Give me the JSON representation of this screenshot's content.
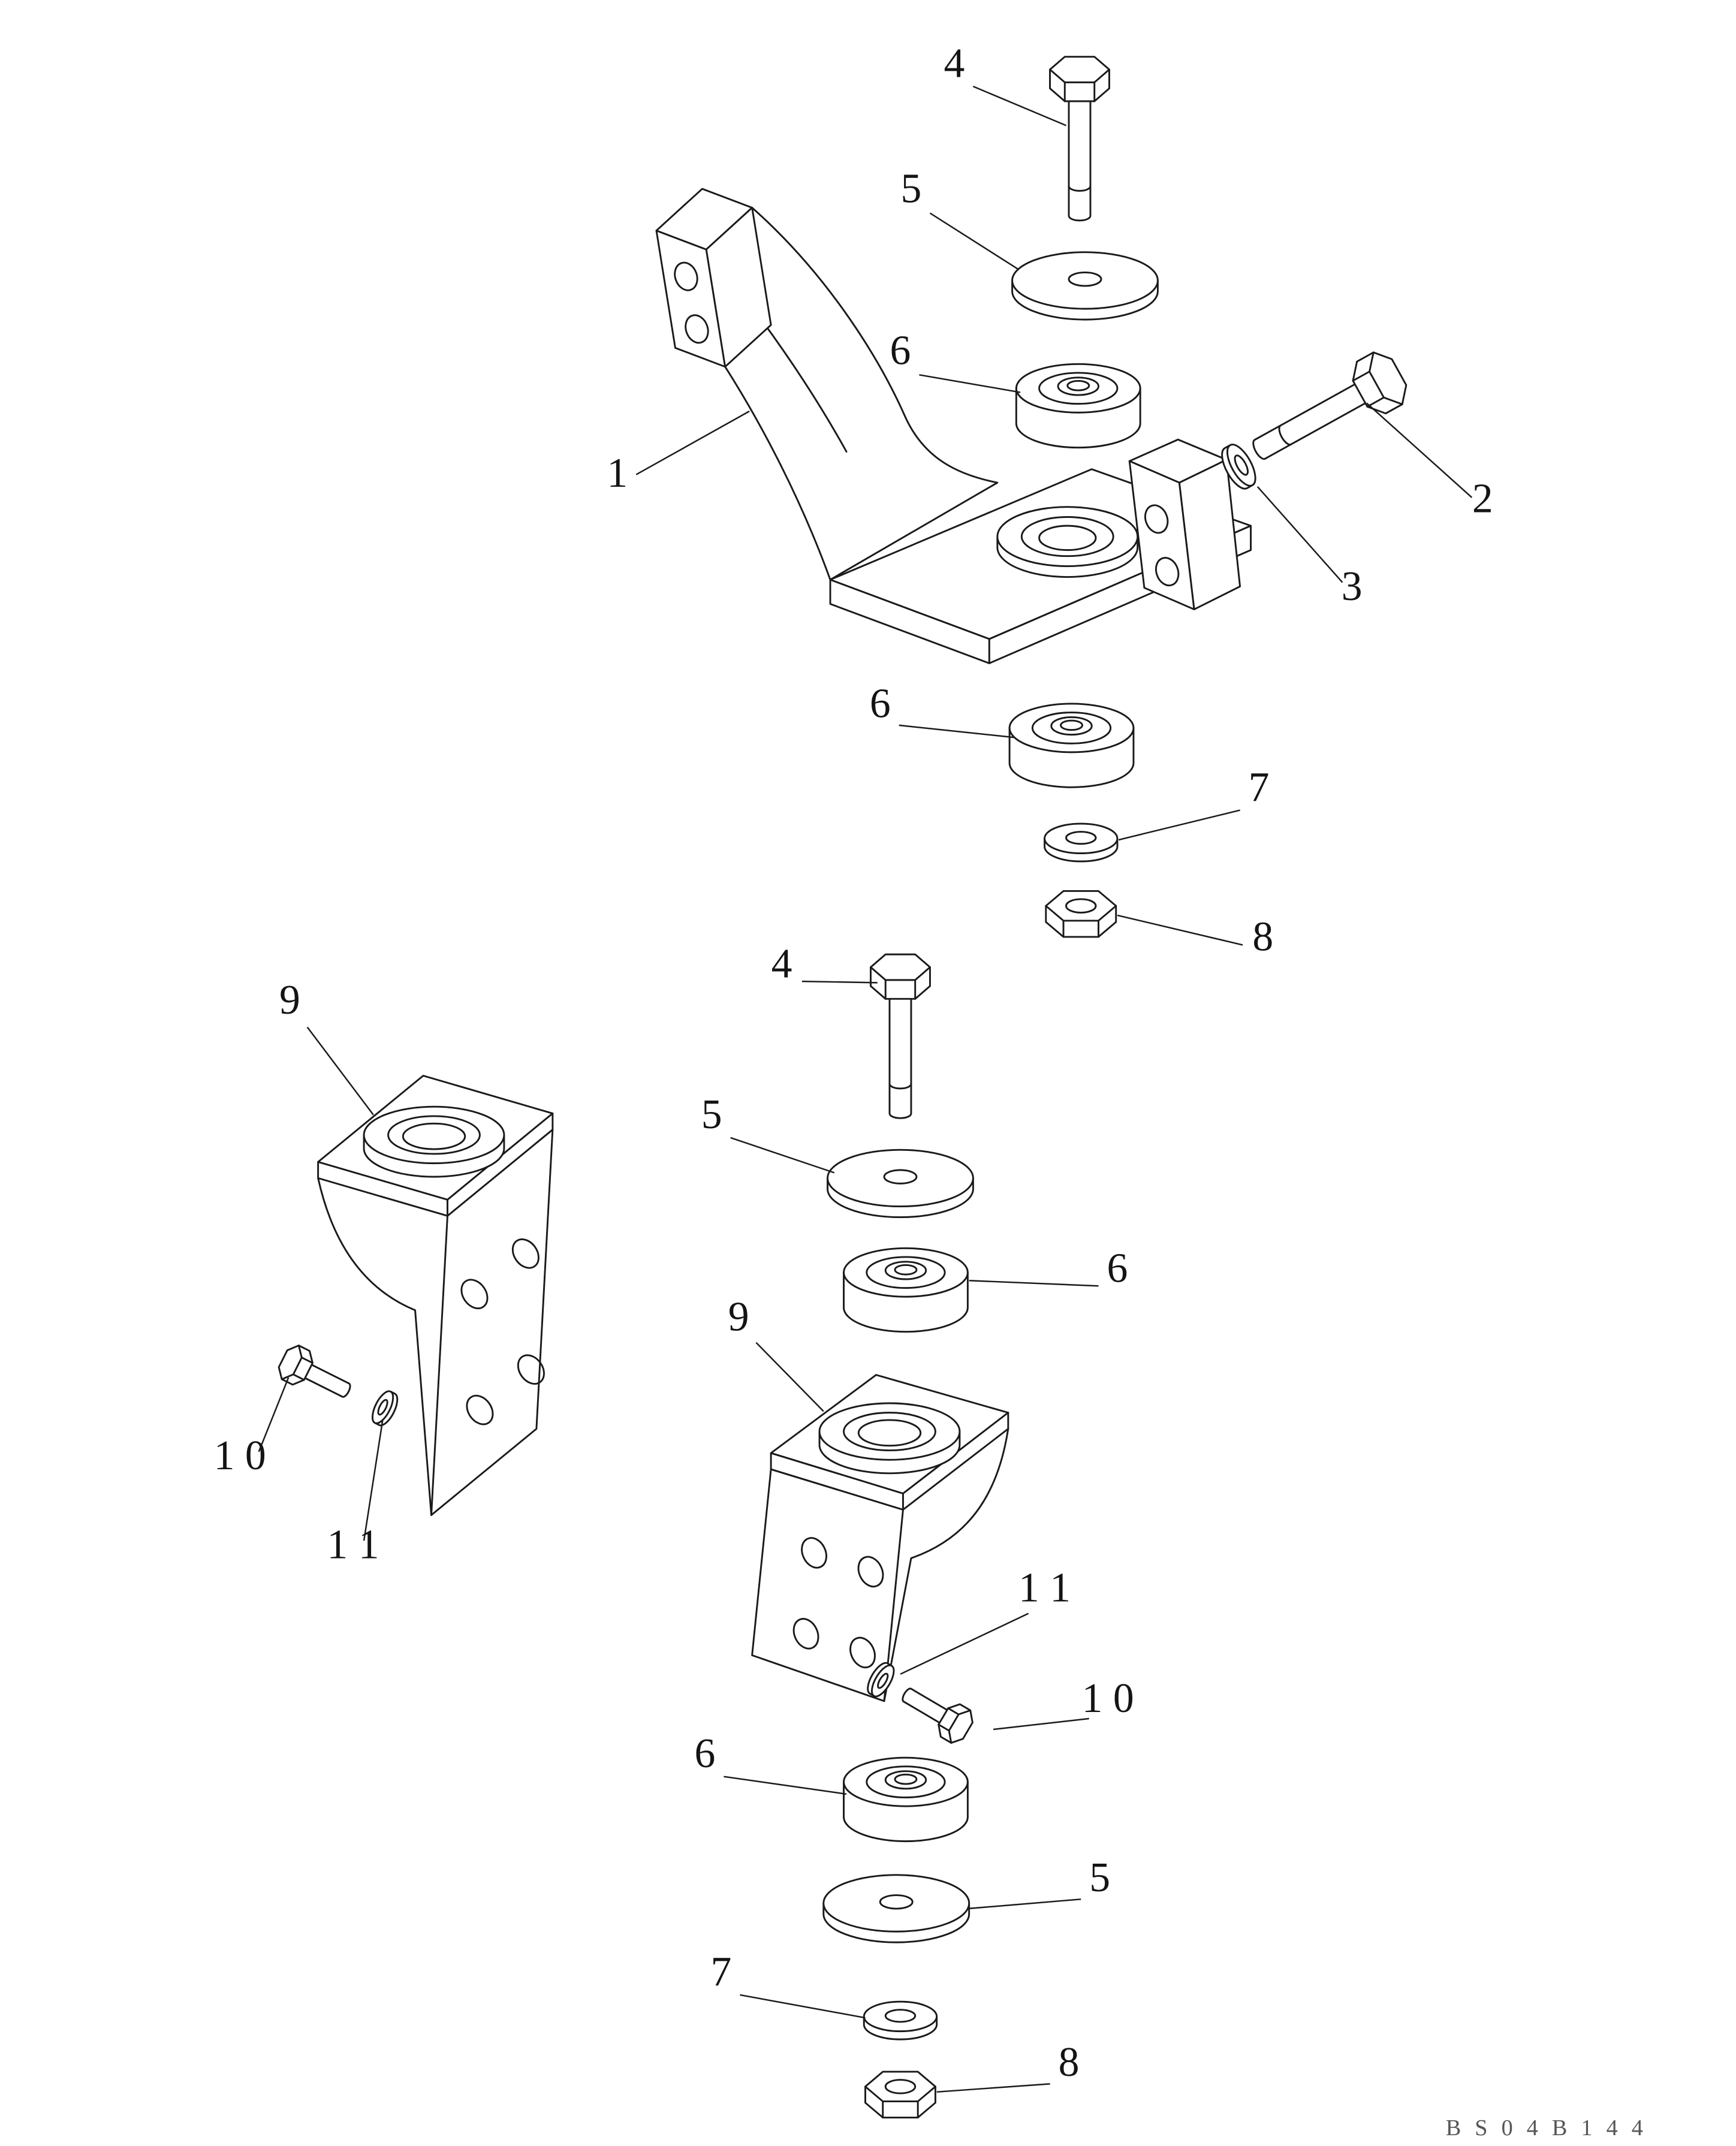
{
  "figure": {
    "code": "B S 0 4 B 1 4 4"
  },
  "colors": {
    "background": "#ffffff",
    "line": "#1a1a1a"
  },
  "callouts": [
    {
      "label": "4"
    },
    {
      "label": "5"
    },
    {
      "label": "6"
    },
    {
      "label": "1"
    },
    {
      "label": "2"
    },
    {
      "label": "3"
    },
    {
      "label": "6"
    },
    {
      "label": "7"
    },
    {
      "label": "8"
    },
    {
      "label": "9"
    },
    {
      "label": "4"
    },
    {
      "label": "5"
    },
    {
      "label": "6"
    },
    {
      "label": "9"
    },
    {
      "label": "1 0"
    },
    {
      "label": "1 1"
    },
    {
      "label": "1 1"
    },
    {
      "label": "1 0"
    },
    {
      "label": "6"
    },
    {
      "label": "5"
    },
    {
      "label": "7"
    },
    {
      "label": "8"
    }
  ]
}
